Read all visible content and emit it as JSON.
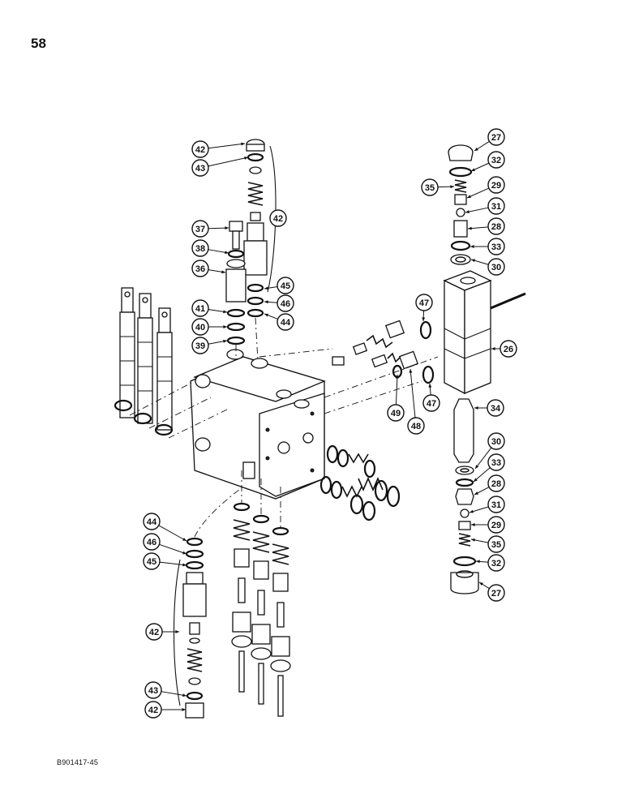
{
  "page": {
    "number": "58",
    "figure_code": "B901417-45"
  },
  "callouts": [
    {
      "label": "42"
    },
    {
      "label": "43"
    },
    {
      "label": "42"
    },
    {
      "label": "37"
    },
    {
      "label": "38"
    },
    {
      "label": "36"
    },
    {
      "label": "45"
    },
    {
      "label": "46"
    },
    {
      "label": "44"
    },
    {
      "label": "41"
    },
    {
      "label": "40"
    },
    {
      "label": "39"
    },
    {
      "label": "27"
    },
    {
      "label": "32"
    },
    {
      "label": "35"
    },
    {
      "label": "29"
    },
    {
      "label": "31"
    },
    {
      "label": "28"
    },
    {
      "label": "33"
    },
    {
      "label": "30"
    },
    {
      "label": "47"
    },
    {
      "label": "26"
    },
    {
      "label": "47"
    },
    {
      "label": "49"
    },
    {
      "label": "48"
    },
    {
      "label": "34"
    },
    {
      "label": "30"
    },
    {
      "label": "33"
    },
    {
      "label": "28"
    },
    {
      "label": "31"
    },
    {
      "label": "29"
    },
    {
      "label": "35"
    },
    {
      "label": "32"
    },
    {
      "label": "27"
    },
    {
      "label": "44"
    },
    {
      "label": "46"
    },
    {
      "label": "45"
    },
    {
      "label": "42"
    },
    {
      "label": "43"
    },
    {
      "label": "42"
    }
  ]
}
